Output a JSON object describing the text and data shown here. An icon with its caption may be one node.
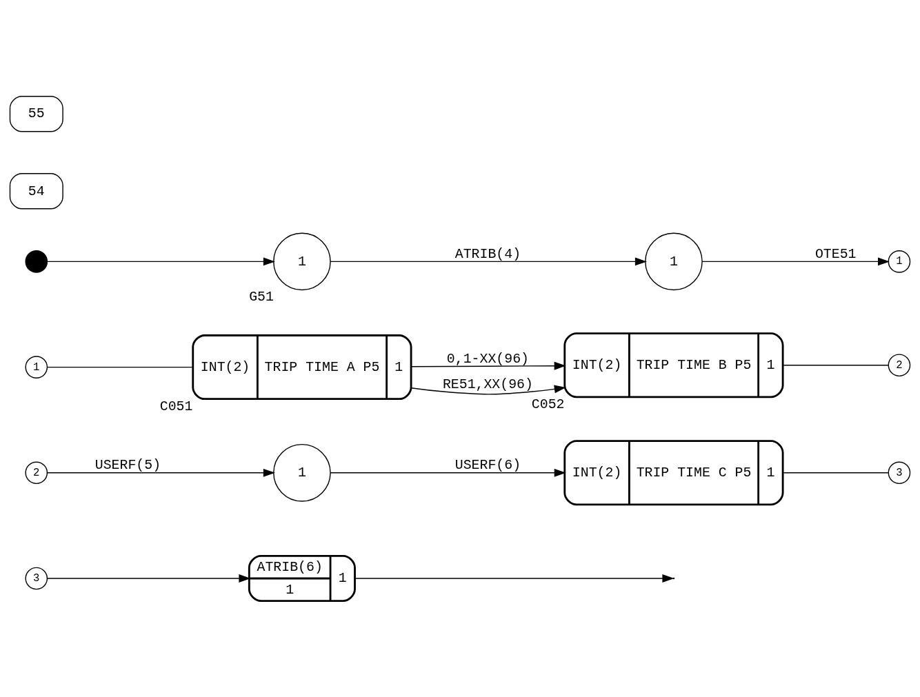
{
  "diagram": {
    "nodes": [
      {
        "text": [],
        "shape": "circle"
      },
      {
        "text": [
          "1"
        ],
        "beside": [
          "G51"
        ]
      },
      {
        "text": [
          "1"
        ]
      },
      {
        "text": [
          "1"
        ]
      },
      {
        "text": [
          "1"
        ]
      },
      {
        "text": [
          "INT(2)",
          "TRIP TIME A P5",
          "1"
        ],
        "beside": [
          "C051"
        ]
      },
      {
        "text": [
          "INT(2)",
          "TRIP TIME B P5",
          "1"
        ],
        "beside": [
          "C052"
        ]
      },
      {
        "text": [
          "2"
        ]
      },
      {
        "text": [
          "2"
        ]
      },
      {
        "text": [
          "1"
        ]
      },
      {
        "text": [
          "INT(2)",
          "TRIP TIME C P5",
          "1"
        ]
      },
      {
        "text": [
          "3"
        ]
      },
      {
        "text": [
          "3"
        ]
      },
      {
        "text": [
          "ATRIB(6)",
          "1",
          "1"
        ]
      }
    ],
    "edges": [
      {
        "from": 0,
        "to": 1,
        "arrow": "to"
      },
      {
        "from": 1,
        "to": 2,
        "arrow": "to",
        "label": "ATRIB(4)"
      },
      {
        "from": 2,
        "to": 3,
        "arrow": "to",
        "label": "OTE51"
      },
      {
        "from": 4,
        "to": 5,
        "arrow": "none"
      },
      {
        "from": 5,
        "to": 6,
        "arrow": "to",
        "label": "0,1-XX(96)"
      },
      {
        "from": 5,
        "to": 6,
        "arrow": "to",
        "label": "RE51,XX(96)"
      },
      {
        "from": 6,
        "to": 7,
        "arrow": "none"
      },
      {
        "from": 8,
        "to": 9,
        "arrow": "to",
        "label": "USERF(5)"
      },
      {
        "from": 9,
        "to": 10,
        "arrow": "to",
        "label": "USERF(6)"
      },
      {
        "from": 10,
        "to": 11,
        "arrow": "none"
      },
      {
        "from": 12,
        "to": 13,
        "arrow": "to"
      },
      {
        "from": 13,
        "to": null,
        "arrow": "to"
      }
    ],
    "labels": [
      "54",
      "55"
    ]
  }
}
